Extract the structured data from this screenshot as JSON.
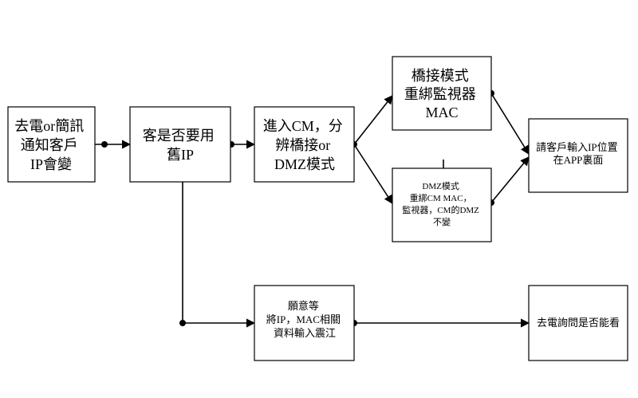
{
  "diagram": {
    "nodes": {
      "power_notify": {
        "lines": [
          "去電or簡訊",
          "通知客戶",
          "IP會變"
        ]
      },
      "keep_old_ip": {
        "lines": [
          "客是否要用",
          "舊IP"
        ]
      },
      "enter_cm": {
        "lines": [
          "進入CM，分",
          "辨橋接or",
          "DMZ模式"
        ]
      },
      "bridge_mode": {
        "lines": [
          "橋接模式",
          "重綁監視器",
          "MAC"
        ]
      },
      "dmz_mode": {
        "lines": [
          "DMZ模式",
          "重綁CM MAC，",
          "監視器，CM的DMZ",
          "不變"
        ]
      },
      "ask_input_ip": {
        "lines": [
          "請客戶輸入IP位置",
          "在APP裏面"
        ]
      },
      "willing_wait": {
        "lines": [
          "願意等",
          "將IP，MAC相關",
          "資料輸入震江"
        ]
      },
      "call_check": {
        "lines": [
          "去電詢問是否能看"
        ]
      }
    }
  }
}
